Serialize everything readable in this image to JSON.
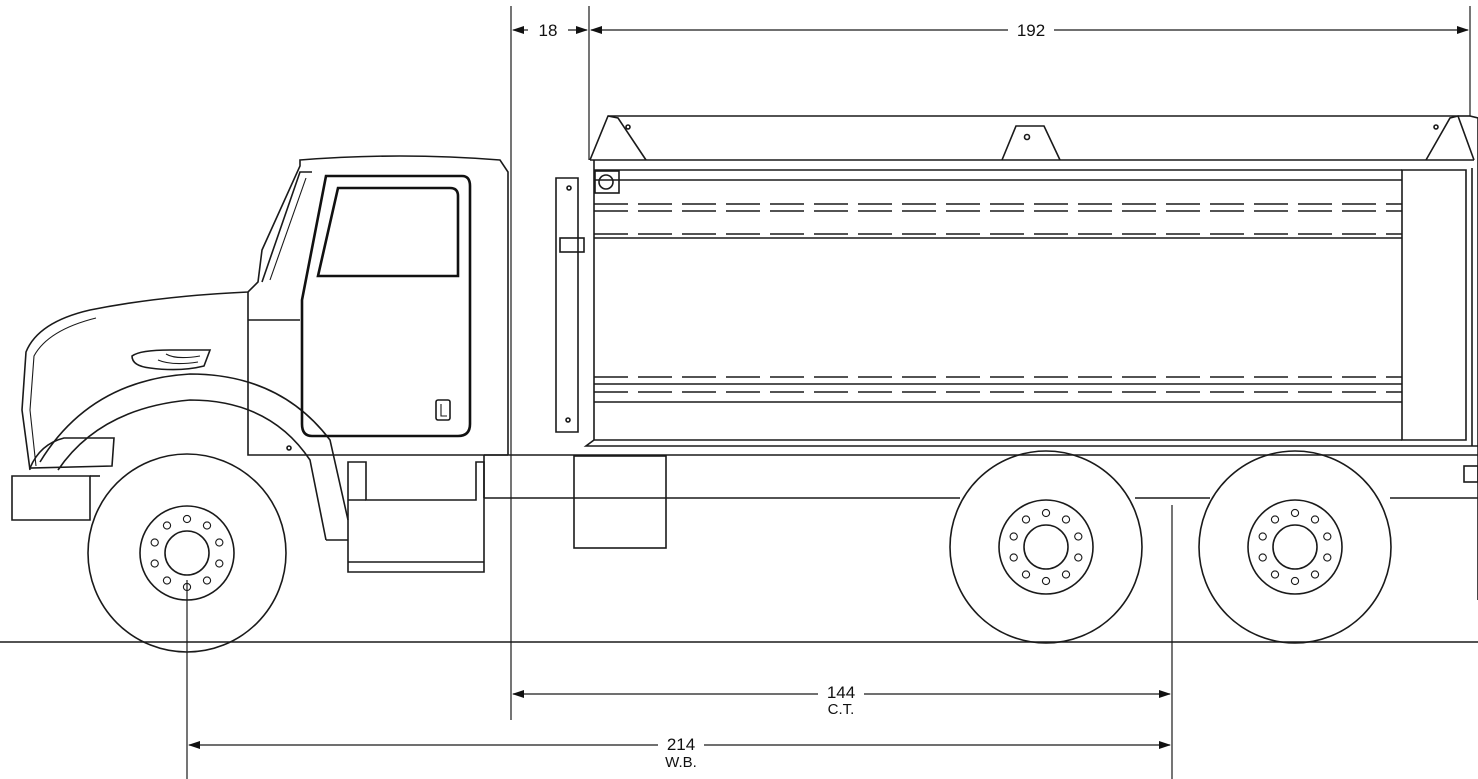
{
  "dimensions": {
    "cab_to_body_gap": {
      "value": "18"
    },
    "body_length": {
      "value": "192"
    },
    "cab_to_tandem": {
      "value": "144",
      "unit": "C.T."
    },
    "wheelbase": {
      "value": "214",
      "unit": "W.B."
    }
  },
  "colors": {
    "line": "#1a1a1a",
    "background": "#ffffff"
  }
}
